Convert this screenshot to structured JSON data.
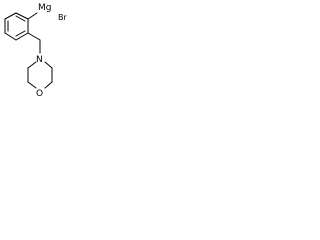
{
  "molecule": {
    "atoms": {
      "mg": "Mg",
      "br": "Br",
      "n": "N",
      "o": "O"
    }
  }
}
